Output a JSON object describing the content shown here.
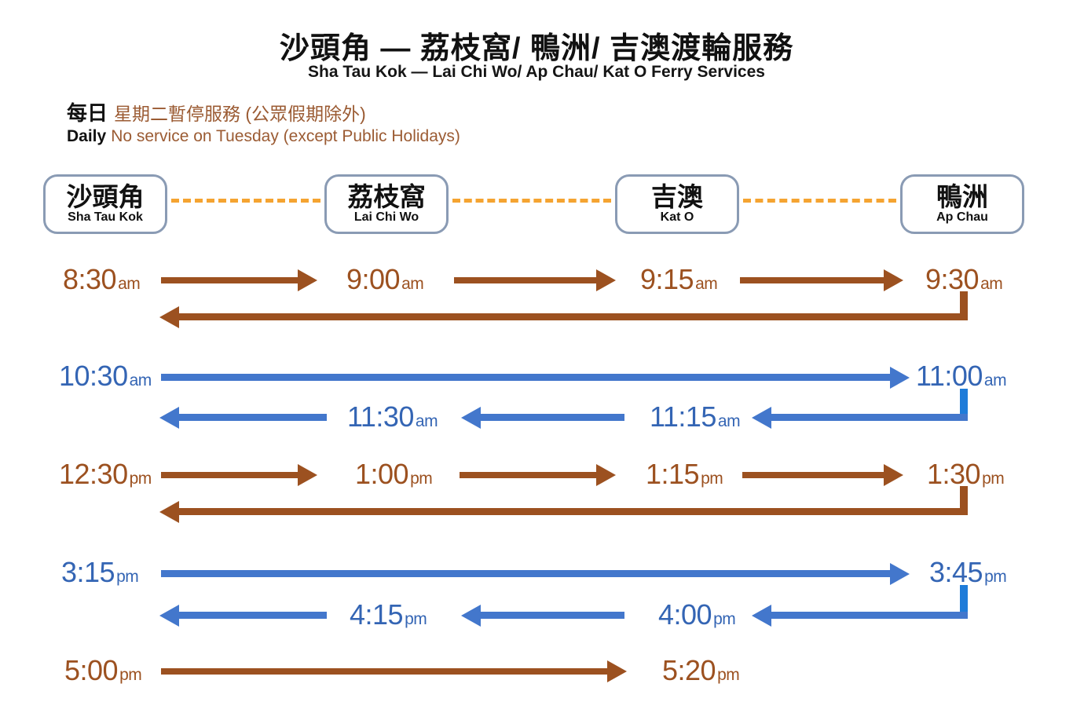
{
  "header": {
    "title_zh": "沙頭角 — 荔枝窩/ 鴨洲/ 吉澳渡輪服務",
    "title_en": "Sha Tau Kok — Lai Chi Wo/ Ap Chau/ Kat O Ferry Services"
  },
  "notice": {
    "freq_zh": "每日",
    "text_zh": "星期二暫停服務 (公眾假期除外)",
    "freq_en": "Daily",
    "text_en": "No service on Tuesday (except Public Holidays)"
  },
  "stations": [
    {
      "zh": "沙頭角",
      "en": "Sha Tau Kok"
    },
    {
      "zh": "荔枝窩",
      "en": "Lai Chi Wo"
    },
    {
      "zh": "吉澳",
      "en": "Kat O"
    },
    {
      "zh": "鴨洲",
      "en": "Ap Chau"
    }
  ],
  "colors": {
    "brown": "#9C5120",
    "blue_text": "#3465B4",
    "blue_arrow": "#4377CC",
    "blue_elbow": "#1F7CD9",
    "dash_orange": "#F5A431",
    "station_border": "#8A9BB4"
  },
  "schedule": {
    "trip1_out": {
      "t1": "8:30",
      "s1": "am",
      "t2": "9:00",
      "s2": "am",
      "t3": "9:15",
      "s3": "am",
      "t4": "9:30",
      "s4": "am"
    },
    "trip2_out": {
      "t1": "10:30",
      "s1": "am",
      "t2": "11:00",
      "s2": "am"
    },
    "trip2_ret": {
      "t1": "11:15",
      "s1": "am",
      "t2": "11:30",
      "s2": "am"
    },
    "trip3_out": {
      "t1": "12:30",
      "s1": "pm",
      "t2": "1:00",
      "s2": "pm",
      "t3": "1:15",
      "s3": "pm",
      "t4": "1:30",
      "s4": "pm"
    },
    "trip4_out": {
      "t1": "3:15",
      "s1": "pm",
      "t2": "3:45",
      "s2": "pm"
    },
    "trip4_ret": {
      "t1": "4:00",
      "s1": "pm",
      "t2": "4:15",
      "s2": "pm"
    },
    "trip5_out": {
      "t1": "5:00",
      "s1": "pm",
      "t2": "5:20",
      "s2": "pm"
    }
  }
}
